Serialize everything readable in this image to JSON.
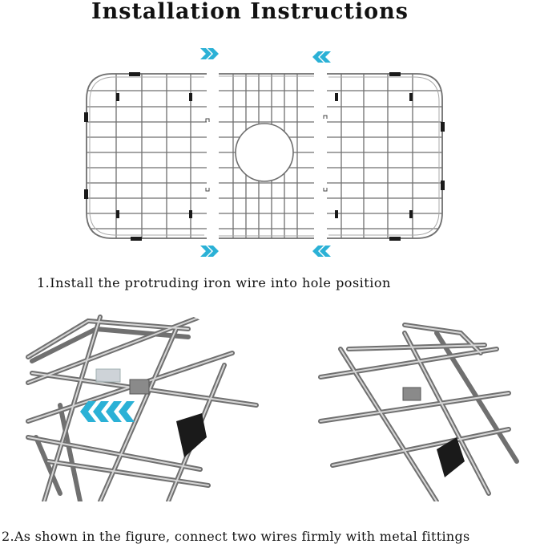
{
  "title": "Installation Instructions",
  "steps": [
    {
      "text": "1.Install the protruding iron wire into hole position"
    },
    {
      "text": "2.As shown in the figure, connect two wires firmly with metal fittings"
    }
  ],
  "colors": {
    "arrow": "#2bb1d6",
    "wire": "#6f6f6f",
    "wire_light": "#b9b9b9",
    "foot": "#1a1a1a",
    "background": "#ffffff"
  },
  "icons": [
    "double-chevron-right-icon",
    "double-chevron-left-icon"
  ]
}
